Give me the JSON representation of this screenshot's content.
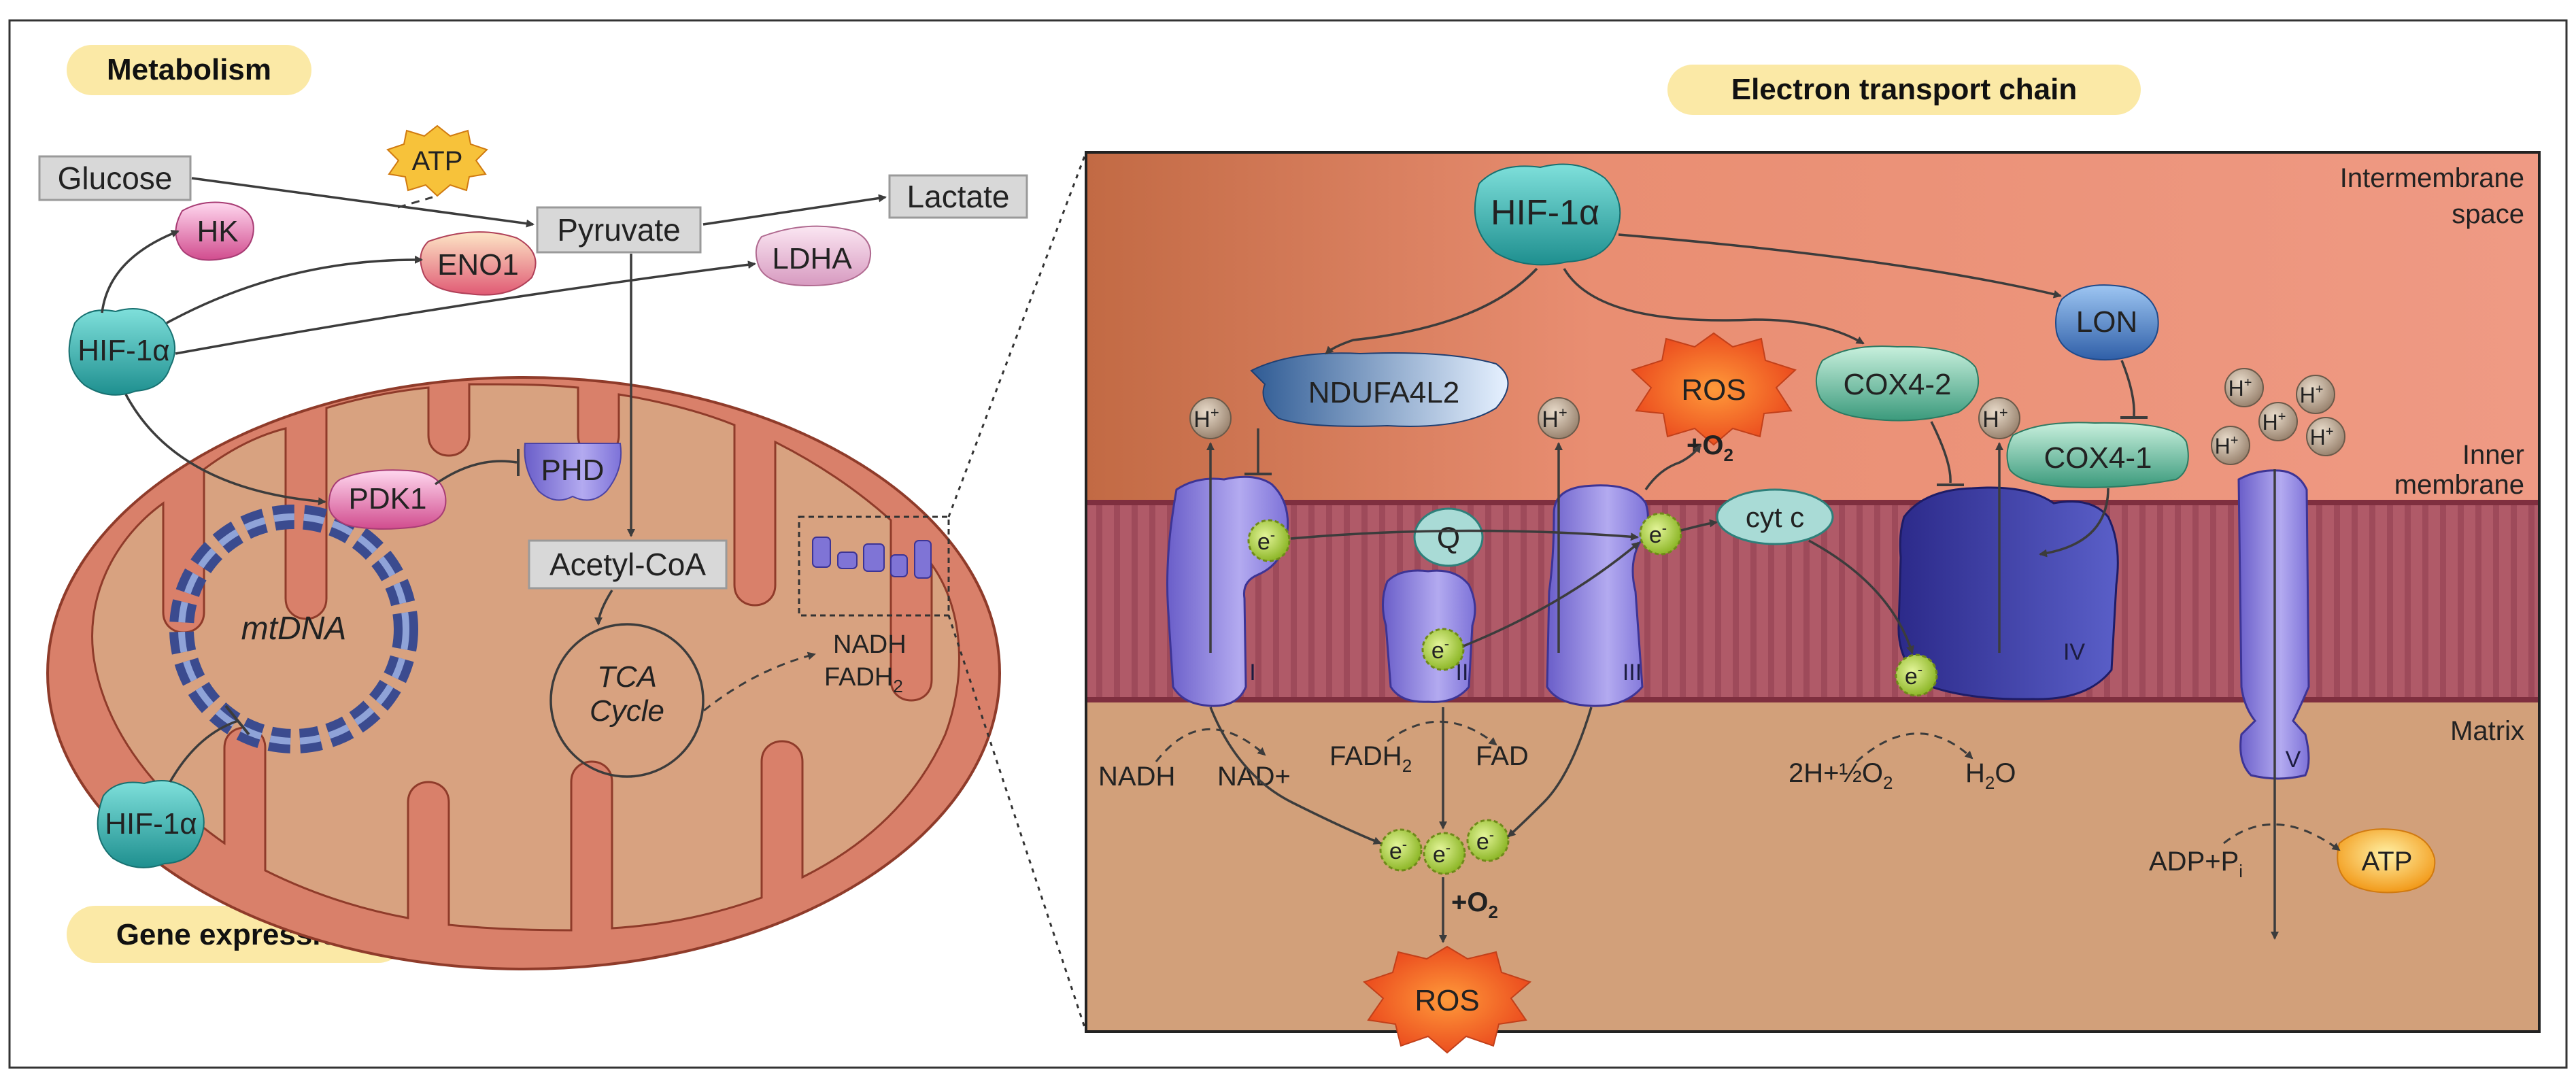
{
  "left_panel": {
    "title": "Metabolism",
    "bottom_label": "Gene expression",
    "glucose": "Glucose",
    "atp": "ATP",
    "pyruvate": "Pyruvate",
    "lactate": "Lactate",
    "hk": "HK",
    "eno1": "ENO1",
    "ldha": "LDHA",
    "hif_top": "HIF-1α",
    "hif_bottom": "HIF-1α",
    "pdk1": "PDK1",
    "phd": "PHD",
    "acetyl_coa": "Acetyl-CoA",
    "tca_line1": "TCA",
    "tca_line2": "Cycle",
    "mtdna": "mtDNA",
    "nadh": "NADH",
    "fadh2": "FADH",
    "sub2": "2"
  },
  "right_panel": {
    "title": "Electron transport chain",
    "intermembrane_1": "Intermembrane",
    "intermembrane_2": "space",
    "inner_1": "Inner",
    "inner_2": "membrane",
    "matrix": "Matrix",
    "hif": "HIF-1α",
    "ndufa4l2": "NDUFA4L2",
    "ros_top": "ROS",
    "o2_plus": "+O",
    "o2_sub": "2",
    "cox4_2": "COX4-2",
    "lon": "LON",
    "cox4_1": "COX4-1",
    "h": "H",
    "plus": "+",
    "q": "Q",
    "cyt_c": "cyt c",
    "e": "e",
    "minus": "-",
    "complex_1": "I",
    "complex_2": "II",
    "complex_3": "III",
    "complex_4": "IV",
    "complex_5": "V",
    "nadh": "NADH",
    "nad_plus": "NAD+",
    "fadh2": "FADH",
    "fad": "FAD",
    "water_lhs": "2H+½O",
    "water": "H",
    "water_o": "O",
    "sub2": "2",
    "adp": "ADP+P",
    "sub_i": "i",
    "atp": "ATP",
    "ros_bottom": "ROS"
  },
  "colors": {
    "hif_teal": "#3fb9b4",
    "ros_orange": "#f05a1e",
    "atp_yellow": "#f7c23a",
    "complex_purple": "#7f74d6",
    "electron_green": "#b8d64a",
    "pill_yellow": "#fbe9a6",
    "mito_outer": "#d9806a",
    "matrix_tan": "#d2a07a",
    "membrane_red": "#a84d5e"
  }
}
